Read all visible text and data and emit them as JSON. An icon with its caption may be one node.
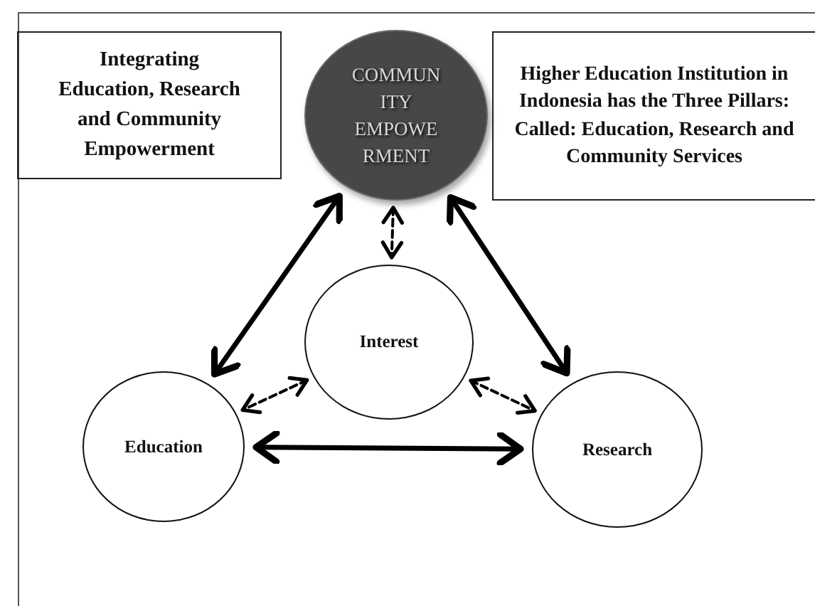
{
  "diagram": {
    "nodes": [
      {
        "text": [
          "Integrating Education, Research and Community Empowerment"
        ]
      },
      {
        "text": [
          "COMMUN ITY EMPOWE RMENT"
        ]
      },
      {
        "text": [
          "Higher Education Institution in Indonesia has the Three Pillars: Called: Education, Research and Community Services"
        ]
      },
      {
        "text": [
          "Interest"
        ]
      },
      {
        "text": [
          "Education"
        ]
      },
      {
        "text": [
          "Research"
        ]
      }
    ],
    "edges": [
      {
        "from": 1,
        "to": 4,
        "arrow": "both"
      },
      {
        "from": 1,
        "to": 3,
        "arrow": "both",
        "style": "dashed"
      },
      {
        "from": 1,
        "to": 5,
        "arrow": "both"
      },
      {
        "from": 3,
        "to": 4,
        "arrow": "both",
        "style": "dashed"
      },
      {
        "from": 3,
        "to": 5,
        "arrow": "both",
        "style": "dashed"
      },
      {
        "from": 4,
        "to": 5,
        "arrow": "both"
      }
    ]
  }
}
